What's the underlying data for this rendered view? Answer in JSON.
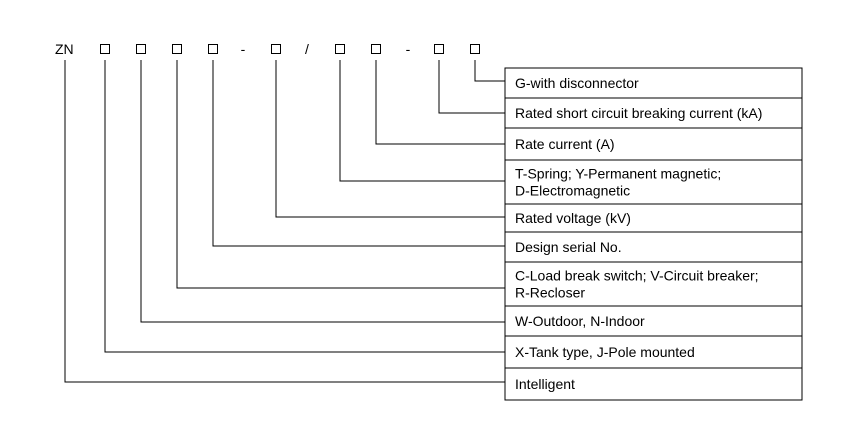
{
  "code": {
    "prefix": "ZN",
    "tokens": [
      "□",
      "□",
      "□",
      "□",
      "-",
      "□",
      "/",
      "□",
      "□",
      "-",
      "□",
      "□"
    ]
  },
  "legend": [
    "G-with disconnector",
    "Rated short circuit breaking current (kA)",
    "Rate current (A)",
    [
      "T-Spring; Y-Permanent magnetic;",
      "D-Electromagnetic"
    ],
    "Rated voltage (kV)",
    "Design serial No.",
    [
      "C-Load break switch; V-Circuit breaker;",
      "R-Recloser"
    ],
    "W-Outdoor, N-Indoor",
    "X-Tank type, J-Pole mounted",
    "Intelligent"
  ]
}
